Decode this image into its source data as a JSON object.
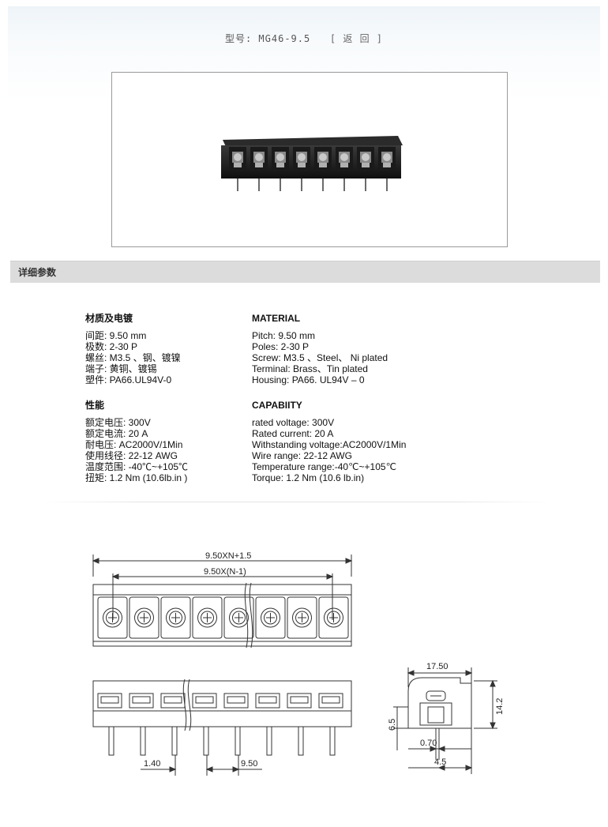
{
  "header": {
    "model_label": "型号:",
    "model_value": "MG46-9.5",
    "back_link": "[ 返 回 ]"
  },
  "section": {
    "title": "详细参数"
  },
  "spec_cn": {
    "material_heading": "材质及电镀",
    "material_lines": [
      "间距:  9.50 mm",
      "极数:  2-30 P",
      "螺丝:  M3.5 、钢、镀镍",
      "端子:  黄铜、镀锡",
      "塑件:  PA66.UL94V-0"
    ],
    "capability_heading": "性能",
    "capability_lines": [
      "额定电压: 300V",
      "额定电流: 20 A",
      "耐电压: AC2000V/1Min",
      "使用线径:  22-12  AWG",
      "温度范围: -40℃~+105℃",
      "扭矩: 1.2 Nm (10.6lb.in )"
    ]
  },
  "spec_en": {
    "material_heading": "MATERIAL",
    "material_lines": [
      "Pitch:  9.50  mm",
      "Poles:  2-30 P",
      "Screw: M3.5 、Steel、 Ni plated",
      "Terminal: Brass、Tin plated",
      "Housing: PA66. UL94V – 0"
    ],
    "capability_heading": "CAPABIITY",
    "capability_lines": [
      "rated voltage:  300V",
      "Rated current:  20 A",
      "Withstanding voltage:AC2000V/1Min",
      "Wire range:   22-12 AWG",
      "Temperature range:-40℃~+105℃",
      "Torque: 1.2 Nm (10.6 lb.in)"
    ]
  },
  "drawing": {
    "dim_overall": "9.50XN+1.5",
    "dim_pitch_span": "9.50X(N-1)",
    "dim_pin_offset": "1.40",
    "dim_pitch": "9.50",
    "dim_depth": "17.50",
    "dim_height": "14.2",
    "dim_side": "6.5",
    "dim_pin_width": "0.70",
    "dim_base": "4.5"
  }
}
